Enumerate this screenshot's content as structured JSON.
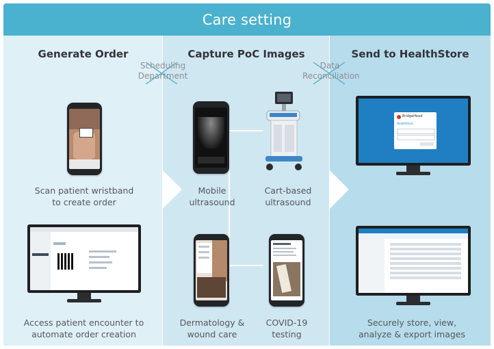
{
  "header": {
    "title": "Care setting"
  },
  "columns": [
    {
      "title": "Generate Order"
    },
    {
      "title": "Capture PoC Images"
    },
    {
      "title": "Send to HealthStore"
    }
  ],
  "handoffs": {
    "scheduling": "Scheduling Department",
    "reconciliation": "Data Reconciliation"
  },
  "captions": {
    "scan": "Scan patient wristband to create order",
    "access": "Access patient encounter to automate order creation",
    "mobile": "Mobile ultrasound",
    "cart": "Cart-based ultrasound",
    "derm": "Dermatology & wound care",
    "covid": "COVID-19 testing",
    "store": "Securely store, view, analyze & export images"
  },
  "screen_text": {
    "brand": "BridgeHead",
    "product": "HealthStore"
  },
  "colors": {
    "header": "#4ab1ce",
    "col1": "#dff0f6",
    "col2": "#cfe7f1",
    "col3": "#b7dceb",
    "brand_red": "#d62f2f",
    "screen_blue": "#1f7fc2"
  }
}
